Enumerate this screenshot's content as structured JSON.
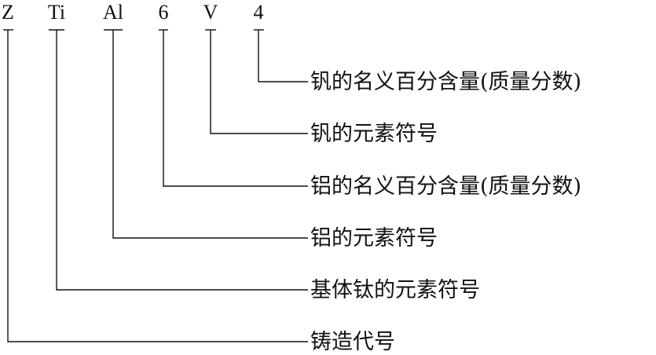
{
  "designation": {
    "characters": [
      {
        "char": "Z"
      },
      {
        "char": "Ti"
      },
      {
        "char": "Al"
      },
      {
        "char": "6"
      },
      {
        "char": "V"
      },
      {
        "char": "4"
      }
    ]
  },
  "labels": [
    {
      "text": "钒的名义百分含量(质量分数)"
    },
    {
      "text": "钒的元素符号"
    },
    {
      "text": "铝的名义百分含量(质量分数)"
    },
    {
      "text": "铝的元素符号"
    },
    {
      "text": "基体钛的元素符号"
    },
    {
      "text": "铸造代号"
    }
  ]
}
